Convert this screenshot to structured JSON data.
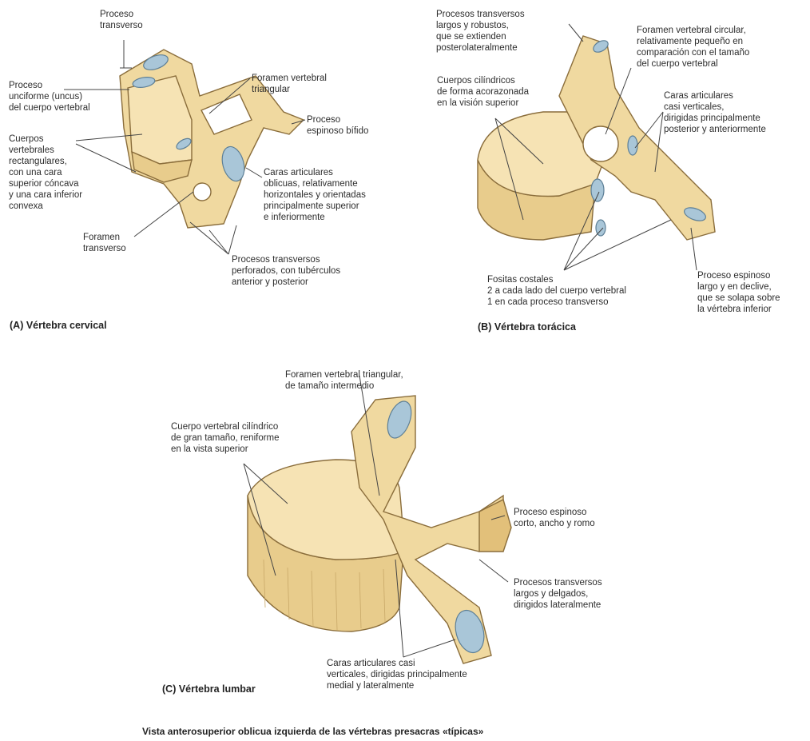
{
  "panel_a": {
    "title": "(A) Vértebra cervical",
    "labels": {
      "transverse_process": "Proceso\ntransverso",
      "uncinate": "Proceso\nunciforme (uncus)\ndel cuerpo vertebral",
      "bodies": "Cuerpos\nvertebrales\nrectangulares,\ncon una cara\nsuperior cóncava\ny una cara inferior\nconvexa",
      "transverse_foramen": "Foramen\ntransverso",
      "vertebral_foramen": "Foramen vertebral\ntriangular",
      "spinous": "Proceso\nespinoso bífido",
      "articular": "Caras articulares\noblicuas, relativamente\nhorizontales y orientadas\nprincipalmente superior\ne inferiormente",
      "perforated": "Procesos transversos\nperforados, con tubérculos\nanterior y posterior"
    }
  },
  "panel_b": {
    "title": "(B) Vértebra torácica",
    "labels": {
      "transverse": "Procesos transversos\nlargos y robustos,\nque se extienden\nposterolateralmente",
      "bodies": "Cuerpos cilíndricos\nde forma acorazonada\nen la visión superior",
      "foramen": "Foramen vertebral circular,\nrelativamente pequeño en\ncomparación con el tamaño\ndel cuerpo vertebral",
      "articular": "Caras articulares\ncasi verticales,\ndirigidas principalmente\nposterior y anteriormente",
      "costal": "Fositas costales\n2 a cada lado del cuerpo vertebral\n1 en cada proceso transverso",
      "spinous": "Proceso espinoso\nlargo y en declive,\nque se solapa sobre\nla vértebra inferior"
    }
  },
  "panel_c": {
    "title": "(C) Vértebra lumbar",
    "labels": {
      "foramen": "Foramen vertebral triangular,\nde tamaño intermedio",
      "body": "Cuerpo vertebral cilíndrico\nde gran tamaño, reniforme\nen la vista superior",
      "spinous": "Proceso espinoso\ncorto, ancho y romo",
      "transverse": "Procesos transversos\nlargos y delgados,\ndirigidos lateralmente",
      "articular": "Caras articulares casi\nverticales, dirigidas principalmente\nmedial y lateralmente"
    }
  },
  "caption": "Vista anterosuperior oblicua izquierda de las vértebras presacras «típicas»",
  "colors": {
    "bone": "#f0d9a0",
    "facet": "#a9c6d8",
    "outline": "#8a6d3b"
  }
}
